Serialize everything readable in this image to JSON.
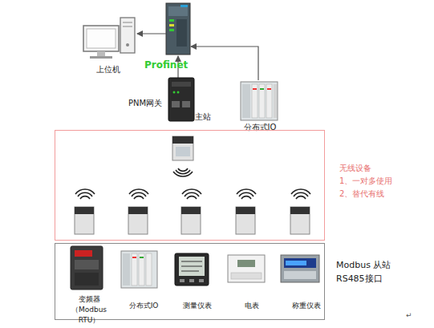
{
  "diagram": {
    "nodes": [
      {
        "text": [
          "上位机"
        ]
      },
      {
        "text": [
          "PNM网关",
          "主站"
        ]
      },
      {
        "text": [
          "分布式IO"
        ]
      },
      {
        "text": [
          "无线设备",
          "1、一对多使用",
          "2、替代有线"
        ]
      },
      {
        "text": [
          "Modbus 从站",
          "RS485接口"
        ]
      },
      {
        "text": [
          "变频器 （Modbus RTU）"
        ],
        "in": 4
      },
      {
        "text": [
          "分布式IO"
        ],
        "in": 4
      },
      {
        "text": [
          "测量仪表"
        ],
        "in": 4
      },
      {
        "text": [
          "电表"
        ],
        "in": 4
      },
      {
        "text": [
          "称重仪表"
        ],
        "in": 4
      }
    ],
    "labels": [
      "Profinet",
      "↵"
    ]
  }
}
